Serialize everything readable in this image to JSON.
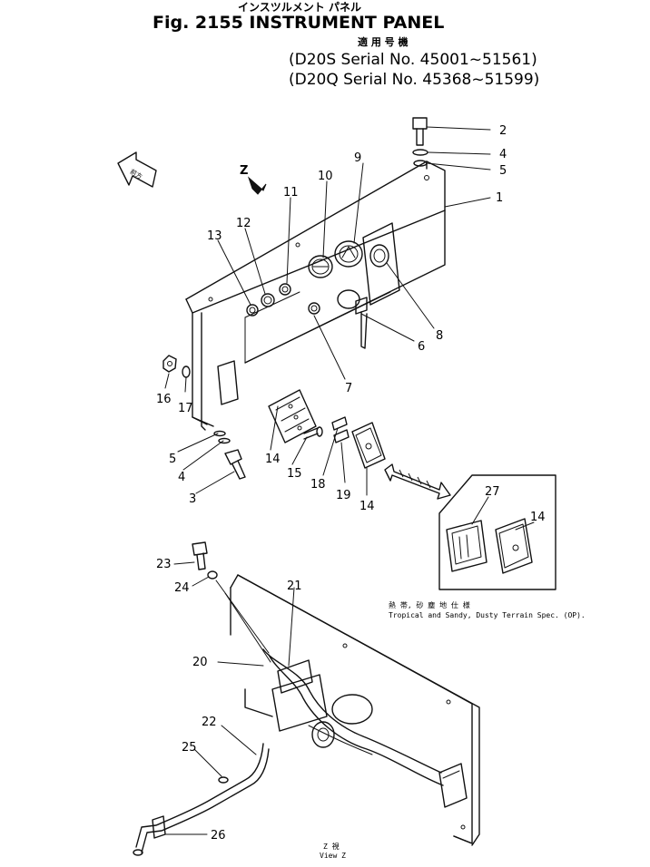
{
  "header": {
    "kana_title": "インスツルメント パネル",
    "figure": "Fig. 2155 INSTRUMENT PANEL",
    "applicable_jp": "適 用 号 機",
    "serial_d20s": "(D20S Serial No. 45001~51561)",
    "serial_d20q": "(D20Q Serial No. 45368~51599)"
  },
  "direction_tag": "前方",
  "view_marker": "Z",
  "callouts": {
    "c1": "1",
    "c2": "2",
    "c3": "3",
    "c4": "4",
    "c4b": "4",
    "c5": "5",
    "c5b": "5",
    "c6": "6",
    "c7": "7",
    "c8": "8",
    "c9": "9",
    "c10": "10",
    "c11": "11",
    "c12": "12",
    "c13": "13",
    "c14": "14",
    "c14b": "14",
    "c14c": "14",
    "c15": "15",
    "c16": "16",
    "c17": "17",
    "c18": "18",
    "c19": "19",
    "c20": "20",
    "c21": "21",
    "c22": "22",
    "c23": "23",
    "c24": "24",
    "c25": "25",
    "c26": "26",
    "c27": "27"
  },
  "option_note": {
    "jp": "熱 帯, 砂 塵 地 仕 様",
    "en": "Tropical and Sandy, Dusty Terrain Spec. (OP)."
  },
  "view_label": {
    "jp": "Z 視",
    "en": "View Z"
  }
}
